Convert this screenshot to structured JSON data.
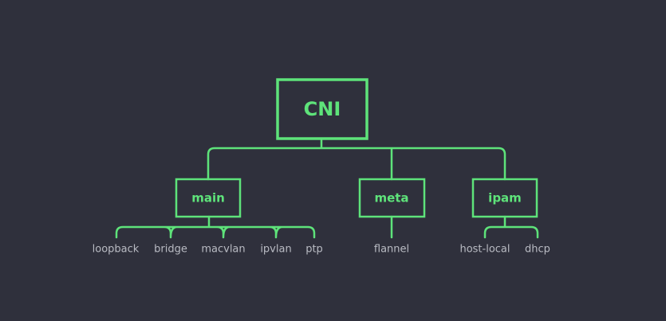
{
  "colors": {
    "background": "#2f303c",
    "accent": "#5ee37a",
    "leaf_text": "#b9bbc3"
  },
  "root": {
    "label": "CNI"
  },
  "groups": [
    {
      "label": "main",
      "children": [
        "loopback",
        "bridge",
        "macvlan",
        "ipvlan",
        "ptp"
      ]
    },
    {
      "label": "meta",
      "children": [
        "flannel"
      ]
    },
    {
      "label": "ipam",
      "children": [
        "host-local",
        "dhcp"
      ]
    }
  ]
}
